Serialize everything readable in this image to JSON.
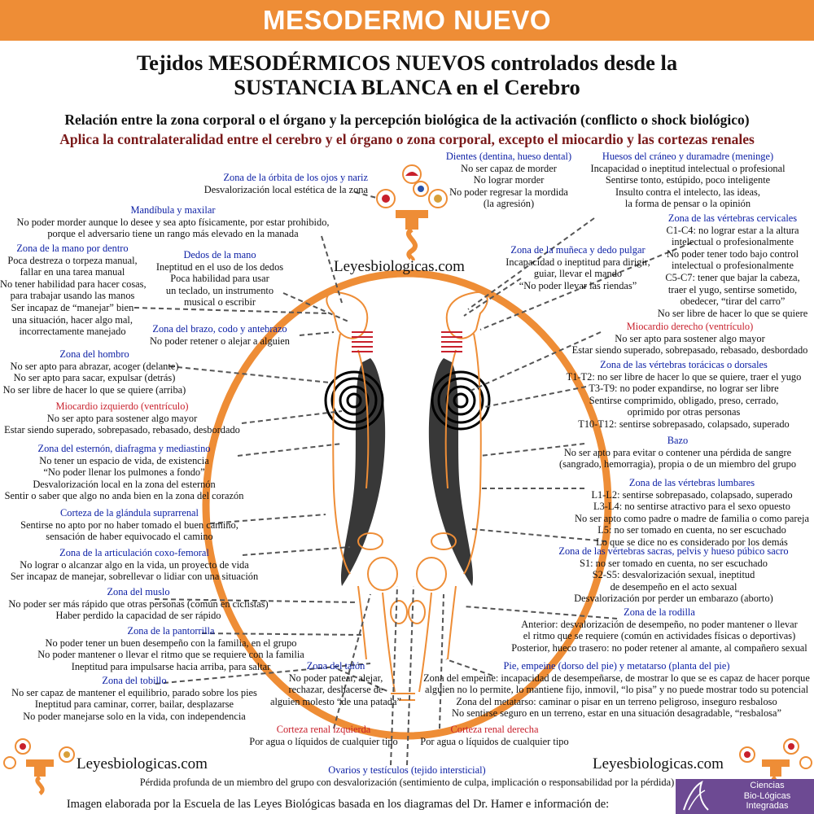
{
  "banner": "MESODERMO NUEVO",
  "title": {
    "line1": "Tejidos MESODÉRMICOS NUEVOS controlados desde la",
    "line2": "SUSTANCIA BLANCA en el Cerebro"
  },
  "subtitle1": "Relación entre la zona corporal o el órgano y la percepción biológica de la activación (conflicto o shock biológico)",
  "subtitle2": "Aplica la contralateralidad entre el cerebro y el órgano o zona corporal, excepto el miocardio y las cortezas renales",
  "site": "Leyesbiologicas.com",
  "credit": "Imagen elaborada por la Escuela de las Leyes Biológicas basada en los diagramas del Dr. Hamer e información de:",
  "logo_text": [
    "Ciencias",
    "Bio-Lógicas",
    "Integradas"
  ],
  "colors": {
    "banner": "#ee8d36",
    "ring": "#ee8d36",
    "heading_blue": "#0d20a5",
    "heading_red": "#c8202c",
    "subtitle_red": "#7a1a1a"
  },
  "blocks": {
    "orbita": {
      "h": "Zona de la órbita de los ojos y nariz",
      "l": [
        "Desvalorización local estética de la zona"
      ]
    },
    "dientes": {
      "h": "Dientes (dentina, hueso dental)",
      "l": [
        "No ser capaz de morder",
        "No lograr morder",
        "No poder regresar la mordida",
        "(la agresión)"
      ]
    },
    "craneo": {
      "h": "Huesos del cráneo y duramadre (meninge)",
      "l": [
        "Incapacidad o ineptitud intelectual o profesional",
        "Sentirse tonto, estúpido, poco inteligente",
        "Insulto contra el intelecto, las ideas,",
        "la forma de pensar o la opinión"
      ]
    },
    "mandibula": {
      "h": "Mandíbula y maxilar",
      "l": [
        "No poder morder aunque lo desee y sea apto físicamente, por estar prohibido,",
        "porque el adversario tiene un rango más elevado en la manada"
      ]
    },
    "cervicales": {
      "h": "Zona de las vértebras cervicales",
      "l": [
        "C1-C4: no lograr estar a la altura",
        "intelectual o profesionalmente",
        "No poder tener todo bajo control",
        "intelectual o profesionalmente",
        "C5-C7: tener que bajar la cabeza,",
        "traer el yugo, sentirse sometido,",
        "obedecer, “tirar del carro”",
        "No ser libre de hacer lo que se quiere"
      ]
    },
    "mano_dentro": {
      "h": "Zona de la mano por dentro",
      "l": [
        "Poca destreza o torpeza manual,",
        "fallar en una tarea manual",
        "No tener habilidad para hacer cosas,",
        "para trabajar usando las manos",
        "Ser incapaz de “manejar” bien",
        "una situación, hacer algo mal,",
        "incorrectamente manejado"
      ]
    },
    "dedos": {
      "h": "Dedos de la mano",
      "l": [
        "Ineptitud en el uso de los dedos",
        "Poca habilidad para usar",
        "un teclado, un instrumento",
        "musical o escribir"
      ]
    },
    "muneca": {
      "h": "Zona de la muñeca y dedo pulgar",
      "l": [
        "Incapacidad o ineptitud para dirigir,",
        "guiar, llevar el mando",
        "“No poder llevar las riendas”"
      ]
    },
    "brazo": {
      "h": "Zona del brazo, codo y antebrazo",
      "l": [
        "No poder retener o alejar a alguien"
      ]
    },
    "miocardio_der": {
      "h": "Miocardio derecho (ventrículo)",
      "l": [
        "No ser apto para sostener algo mayor",
        "Estar siendo superado, sobrepasado, rebasado, desbordado"
      ]
    },
    "hombro": {
      "h": "Zona del hombro",
      "l": [
        "No ser apto para abrazar, acoger (delante)",
        "No ser apto para sacar, expulsar (detrás)",
        "No ser libre de hacer lo que se quiere (arriba)"
      ]
    },
    "toracicas": {
      "h": "Zona de las vértebras torácicas o dorsales",
      "l": [
        "T1-T2: no ser libre de hacer lo que se quiere, traer el yugo",
        "T3-T9: no poder expandirse, no lograr ser libre",
        "Sentirse comprimido, obligado, preso, cerrado,",
        "oprimido por otras personas",
        "T10-T12: sentirse sobrepasado, colapsado, superado"
      ]
    },
    "miocardio_izq": {
      "h": "Miocardio izquierdo (ventrículo)",
      "l": [
        "No ser apto para sostener algo mayor",
        "Estar siendo superado, sobrepasado, rebasado, desbordado"
      ]
    },
    "esternon": {
      "h": "Zona del esternón, diafragma y mediastino",
      "l": [
        "No tener un espacio de vida, de existencia",
        "“No poder llenar los pulmones a fondo”",
        "Desvalorización local en la zona del esternón",
        "Sentir o saber que algo no anda bien  en la zona del corazón"
      ]
    },
    "bazo": {
      "h": "Bazo",
      "l": [
        "No ser apto para evitar o contener una pérdida de sangre",
        "(sangrado, hemorragia), propia o de un miembro del grupo"
      ]
    },
    "lumbares": {
      "h": "Zona de las vértebras lumbares",
      "l": [
        "L1-L2: sentirse sobrepasado, colapsado, superado",
        "L3-L4: no sentirse atractivo para el sexo opuesto",
        "No ser apto como padre o madre de familia o como pareja",
        "L5: no ser tomado en cuenta, no ser escuchado",
        "Lo que se dice no es considerado por los demás"
      ]
    },
    "suprarrenal": {
      "h": "Corteza de la glándula suprarrenal",
      "l": [
        "Sentirse no apto por no haber tomado el buen camino,",
        "sensación de haber equivocado el camino"
      ]
    },
    "coxo": {
      "h": "Zona de la articulación coxo-femoral",
      "l": [
        "No lograr o alcanzar algo en la vida, un proyecto de vida",
        "Ser incapaz de manejar, sobrellevar o lidiar con una situación"
      ]
    },
    "sacras": {
      "h": "Zona de las vértebras sacras, pelvis y hueso púbico sacro",
      "l": [
        "S1: no ser tomado en cuenta, no ser escuchado",
        "S2-S5: desvalorización sexual, ineptitud",
        "de desempeño en el acto sexual",
        "Desvalorización por perder un embarazo (aborto)"
      ]
    },
    "muslo": {
      "h": "Zona del muslo",
      "l": [
        "No poder ser más rápido que otras personas (común en ciclistas)",
        "Haber perdido la capacidad de ser rápido"
      ]
    },
    "rodilla": {
      "h": "Zona de la rodilla",
      "l": [
        "Anterior: desvalorización de desempeño, no poder mantener o llevar",
        "el ritmo que se requiere (común en actividades físicas o deportivas)",
        "Posterior, hueco trasero: no poder retener al amante, al compañero sexual"
      ]
    },
    "pantorrilla": {
      "h": "Zona de la pantorrilla",
      "l": [
        "No poder tener un buen desempeño con la familia, en el grupo",
        "No poder mantener o llevar el ritmo que se requiere con la familia",
        "Ineptitud para impulsarse hacia arriba, para saltar"
      ]
    },
    "talon": {
      "h": "Zona del talón",
      "l": [
        "No poder patear, alejar,",
        "rechazar, deshacerse de",
        "alguien molesto “de una patada”"
      ]
    },
    "pie": {
      "h": "Pie, empeine (dorso del pie) y metatarso (planta del pie)",
      "l": [
        "Zona del empeine: incapacidad de desempeñarse, de mostrar lo que se es capaz de hacer porque",
        "alguien no lo permite, lo mantiene fijo, inmovil, “lo pisa” y no puede mostrar todo su potencial",
        "Zona del metatarso: caminar o pisar en un terreno peligroso, inseguro resbaloso",
        "No sentirse seguro en un terreno, estar en una situación desagradable, “resbalosa”"
      ]
    },
    "tobillo": {
      "h": "Zona del tobillo",
      "l": [
        "No ser capaz de mantener el equilibrio, parado sobre los pies",
        "Ineptitud para caminar, correr, bailar, desplazarse",
        "No poder manejarse solo en la vida, con independencia"
      ]
    },
    "renal_izq": {
      "h": "Corteza renal izquierda",
      "l": [
        "Por agua o líquidos de cualquier tipo"
      ]
    },
    "renal_der": {
      "h": "Corteza renal derecha",
      "l": [
        "Por agua o líquidos de cualquier tipo"
      ]
    },
    "ovarios": {
      "h": "Ovarios y testículos (tejido intersticial)",
      "l": [
        "Pérdida profunda de un miembro del grupo con desvalorización (sentimiento de culpa, implicación o responsabilidad por la pérdida)"
      ]
    }
  }
}
